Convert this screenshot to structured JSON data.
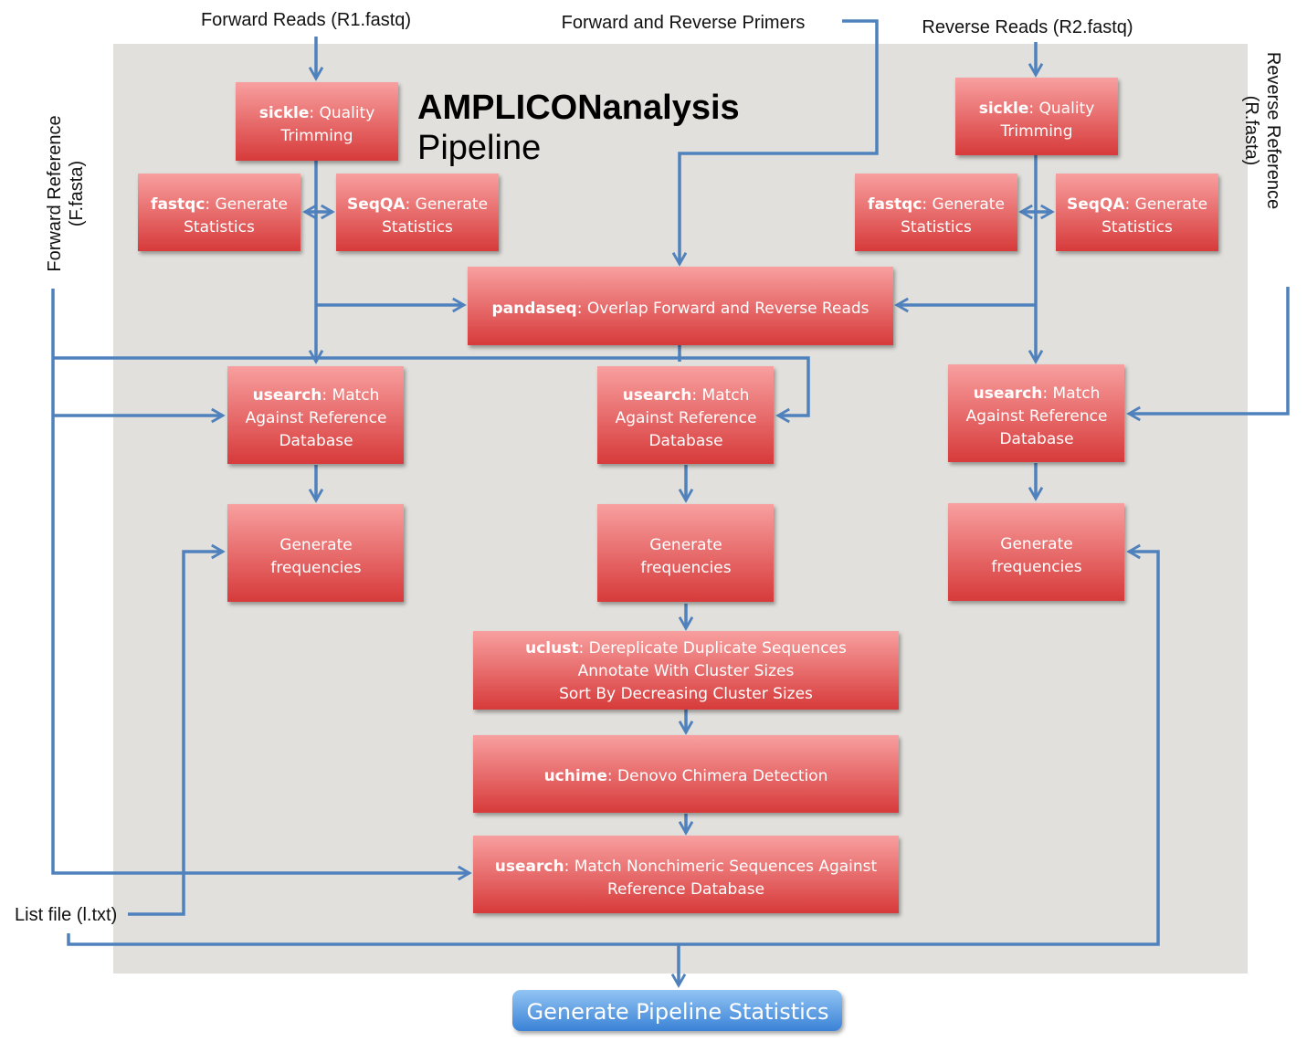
{
  "title": {
    "bold": "AMPLICONanalysis",
    "regular": "Pipeline"
  },
  "inputs": {
    "forward_reads": "Forward Reads (R1.fastq)",
    "primers": "Forward and Reverse Primers",
    "reverse_reads": "Reverse Reads (R2.fastq)",
    "forward_reference_1": "Forward Reference",
    "forward_reference_2": "(F.fasta)",
    "reverse_reference_1": "Reverse Reference",
    "reverse_reference_2": "(R.fasta)",
    "list_file": "List file (l.txt)"
  },
  "steps": {
    "sickle_left": {
      "tool": "sickle",
      "line1": ": Quality",
      "line2": "Trimming"
    },
    "sickle_right": {
      "tool": "sickle",
      "line1": ": Quality",
      "line2": "Trimming"
    },
    "fastqc_left": {
      "tool": "fastqc",
      "line1": ":  Generate",
      "line2": "Statistics"
    },
    "seqqa_left": {
      "tool": "SeqQA",
      "line1": ": Generate",
      "line2": "Statistics"
    },
    "fastqc_right": {
      "tool": "fastqc",
      "line1": ":  Generate",
      "line2": "Statistics"
    },
    "seqqa_right": {
      "tool": "SeqQA",
      "line1": ": Generate",
      "line2": "Statistics"
    },
    "pandaseq": {
      "tool": "pandaseq",
      "line1": ":  Overlap Forward and Reverse Reads"
    },
    "usearch_left": {
      "tool": "usearch",
      "line1": ":  Match",
      "line2": "Against Reference",
      "line3": "Database"
    },
    "usearch_mid": {
      "tool": "usearch",
      "line1": ":  Match",
      "line2": "Against Reference",
      "line3": "Database"
    },
    "usearch_right": {
      "tool": "usearch",
      "line1": ":  Match",
      "line2": "Against Reference",
      "line3": "Database"
    },
    "freq_left": {
      "line1": "Generate",
      "line2": "frequencies"
    },
    "freq_mid": {
      "line1": "Generate",
      "line2": "frequencies"
    },
    "freq_right": {
      "line1": "Generate",
      "line2": "frequencies"
    },
    "uclust": {
      "tool": "uclust",
      "line1": ":  Dereplicate Duplicate Sequences",
      "line2": "Annotate With Cluster Sizes",
      "line3": "Sort By Decreasing Cluster Sizes"
    },
    "uchime": {
      "tool": "uchime",
      "line1": ": Denovo Chimera Detection"
    },
    "usearch_final": {
      "tool": "usearch",
      "line1": ": Match Nonchimeric Sequences Against",
      "line2": "Reference Database"
    }
  },
  "final_step": "Generate Pipeline Statistics",
  "colors": {
    "box_top": "#f79b9b",
    "box_bottom": "#d83b3b",
    "arrow": "#4f81bd",
    "panel": "#e2e0dc",
    "final_top": "#8ec1f2",
    "final_bottom": "#3d84d8"
  }
}
